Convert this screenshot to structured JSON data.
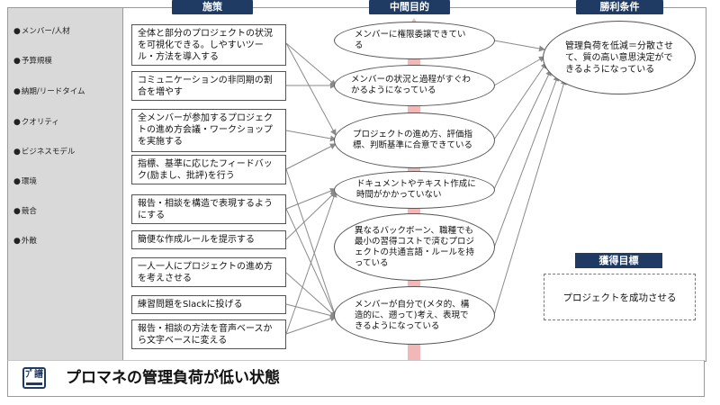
{
  "headers": {
    "measures": "施策",
    "intermediate": "中間目的",
    "win": "勝利条件",
    "goal": "獲得目標"
  },
  "sidebar": {
    "items": [
      "メンバー/人材",
      "予算規模",
      "納期/リードタイム",
      "クオリティ",
      "ビジネスモデル",
      "環境",
      "競合",
      "外敵"
    ]
  },
  "measures": [
    "全体と部分のプロジェクトの状況を可視化できる。しやすいツール・方法を導入する",
    "コミュニケーションの非同期の割合を増やす",
    "全メンバーが参加するプロジェクトの進め方会議・ワークショップを実施する",
    "指標、基準に応じたフィードバック(励まし、批評)を行う",
    "報告・相談を構造で表現するようにする",
    "簡便な作成ルールを提示する",
    "一人一人にプロジェクトの進め方を考えさせる",
    "練習問題をSlackに投げる",
    "報告・相談の方法を音声ベースから文字ベースに変える"
  ],
  "intermediate": [
    "メンバーに権限委譲できている",
    "メンバーの状況と過程がすぐわかるようになっている",
    "プロジェクトの進め方、評価指標、判断基準に合意できている",
    "ドキュメントやテキスト作成に時間がかかっていない",
    "異なるバックボーン、職種でも最小の習得コストで済むプロジェクトの共通言語・ルールを持っている",
    "メンバーが自分で(メタ的、構造的に、遡って)考え、表現できるようになっている"
  ],
  "win_condition": "管理負荷を低減＝分散させて、質の高い意思決定ができるようになっている",
  "goal": "プロジェクトを成功させる",
  "footer": {
    "logo_text": "ﾌﾟ譜",
    "title": "プロマネの管理負荷が低い状態"
  },
  "colors": {
    "header_bg": "#1f3a63",
    "sidebar_bg": "#d9d9d9",
    "arrow_red": "#f2b8b8"
  }
}
